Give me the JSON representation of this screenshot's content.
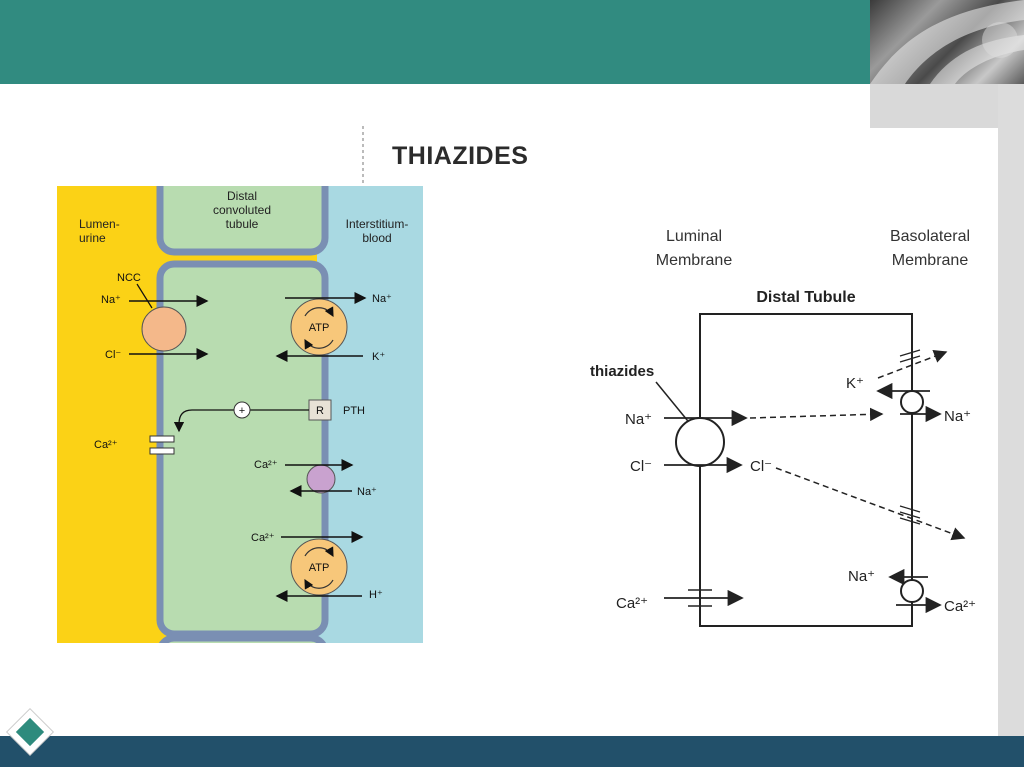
{
  "slide": {
    "title": "THIAZIDES",
    "colors": {
      "top_bar": "#318b80",
      "bottom_bar": "#22506a"
    }
  },
  "left_diagram": {
    "lumen_label_1": "Lumen-",
    "lumen_label_2": "urine",
    "tubule_label_1": "Distal",
    "tubule_label_2": "convoluted",
    "tubule_label_3": "tubule",
    "interstitium_label_1": "Interstitium-",
    "interstitium_label_2": "blood",
    "ncc": "NCC",
    "na_in": "Na⁺",
    "cl_in": "Cl⁻",
    "na_out": "Na⁺",
    "k_in": "K⁺",
    "atp_1": "ATP",
    "atp_2": "ATP",
    "plus": "+",
    "receptor": "R",
    "pth": "PTH",
    "ca_in": "Ca²⁺",
    "ca_exchanger": "Ca²⁺",
    "na_exchanger": "Na⁺",
    "ca_pump": "Ca²⁺",
    "h_pump": "H⁺",
    "colors": {
      "lumen": "#fbd216",
      "cell": "#b8dcb0",
      "interstitium": "#a9d9e2",
      "membrane": "#7a8fb3"
    }
  },
  "right_diagram": {
    "luminal_1": "Luminal",
    "luminal_2": "Membrane",
    "basolateral_1": "Basolateral",
    "basolateral_2": "Membrane",
    "distal_tubule": "Distal Tubule",
    "thiazides": "thiazides",
    "na": "Na⁺",
    "cl": "Cl⁻",
    "cl_inside": "Cl⁻",
    "k": "K⁺",
    "na_right": "Na⁺",
    "ca_left": "Ca²⁺",
    "na_bottom": "Na⁺",
    "ca_right": "Ca²⁺"
  }
}
